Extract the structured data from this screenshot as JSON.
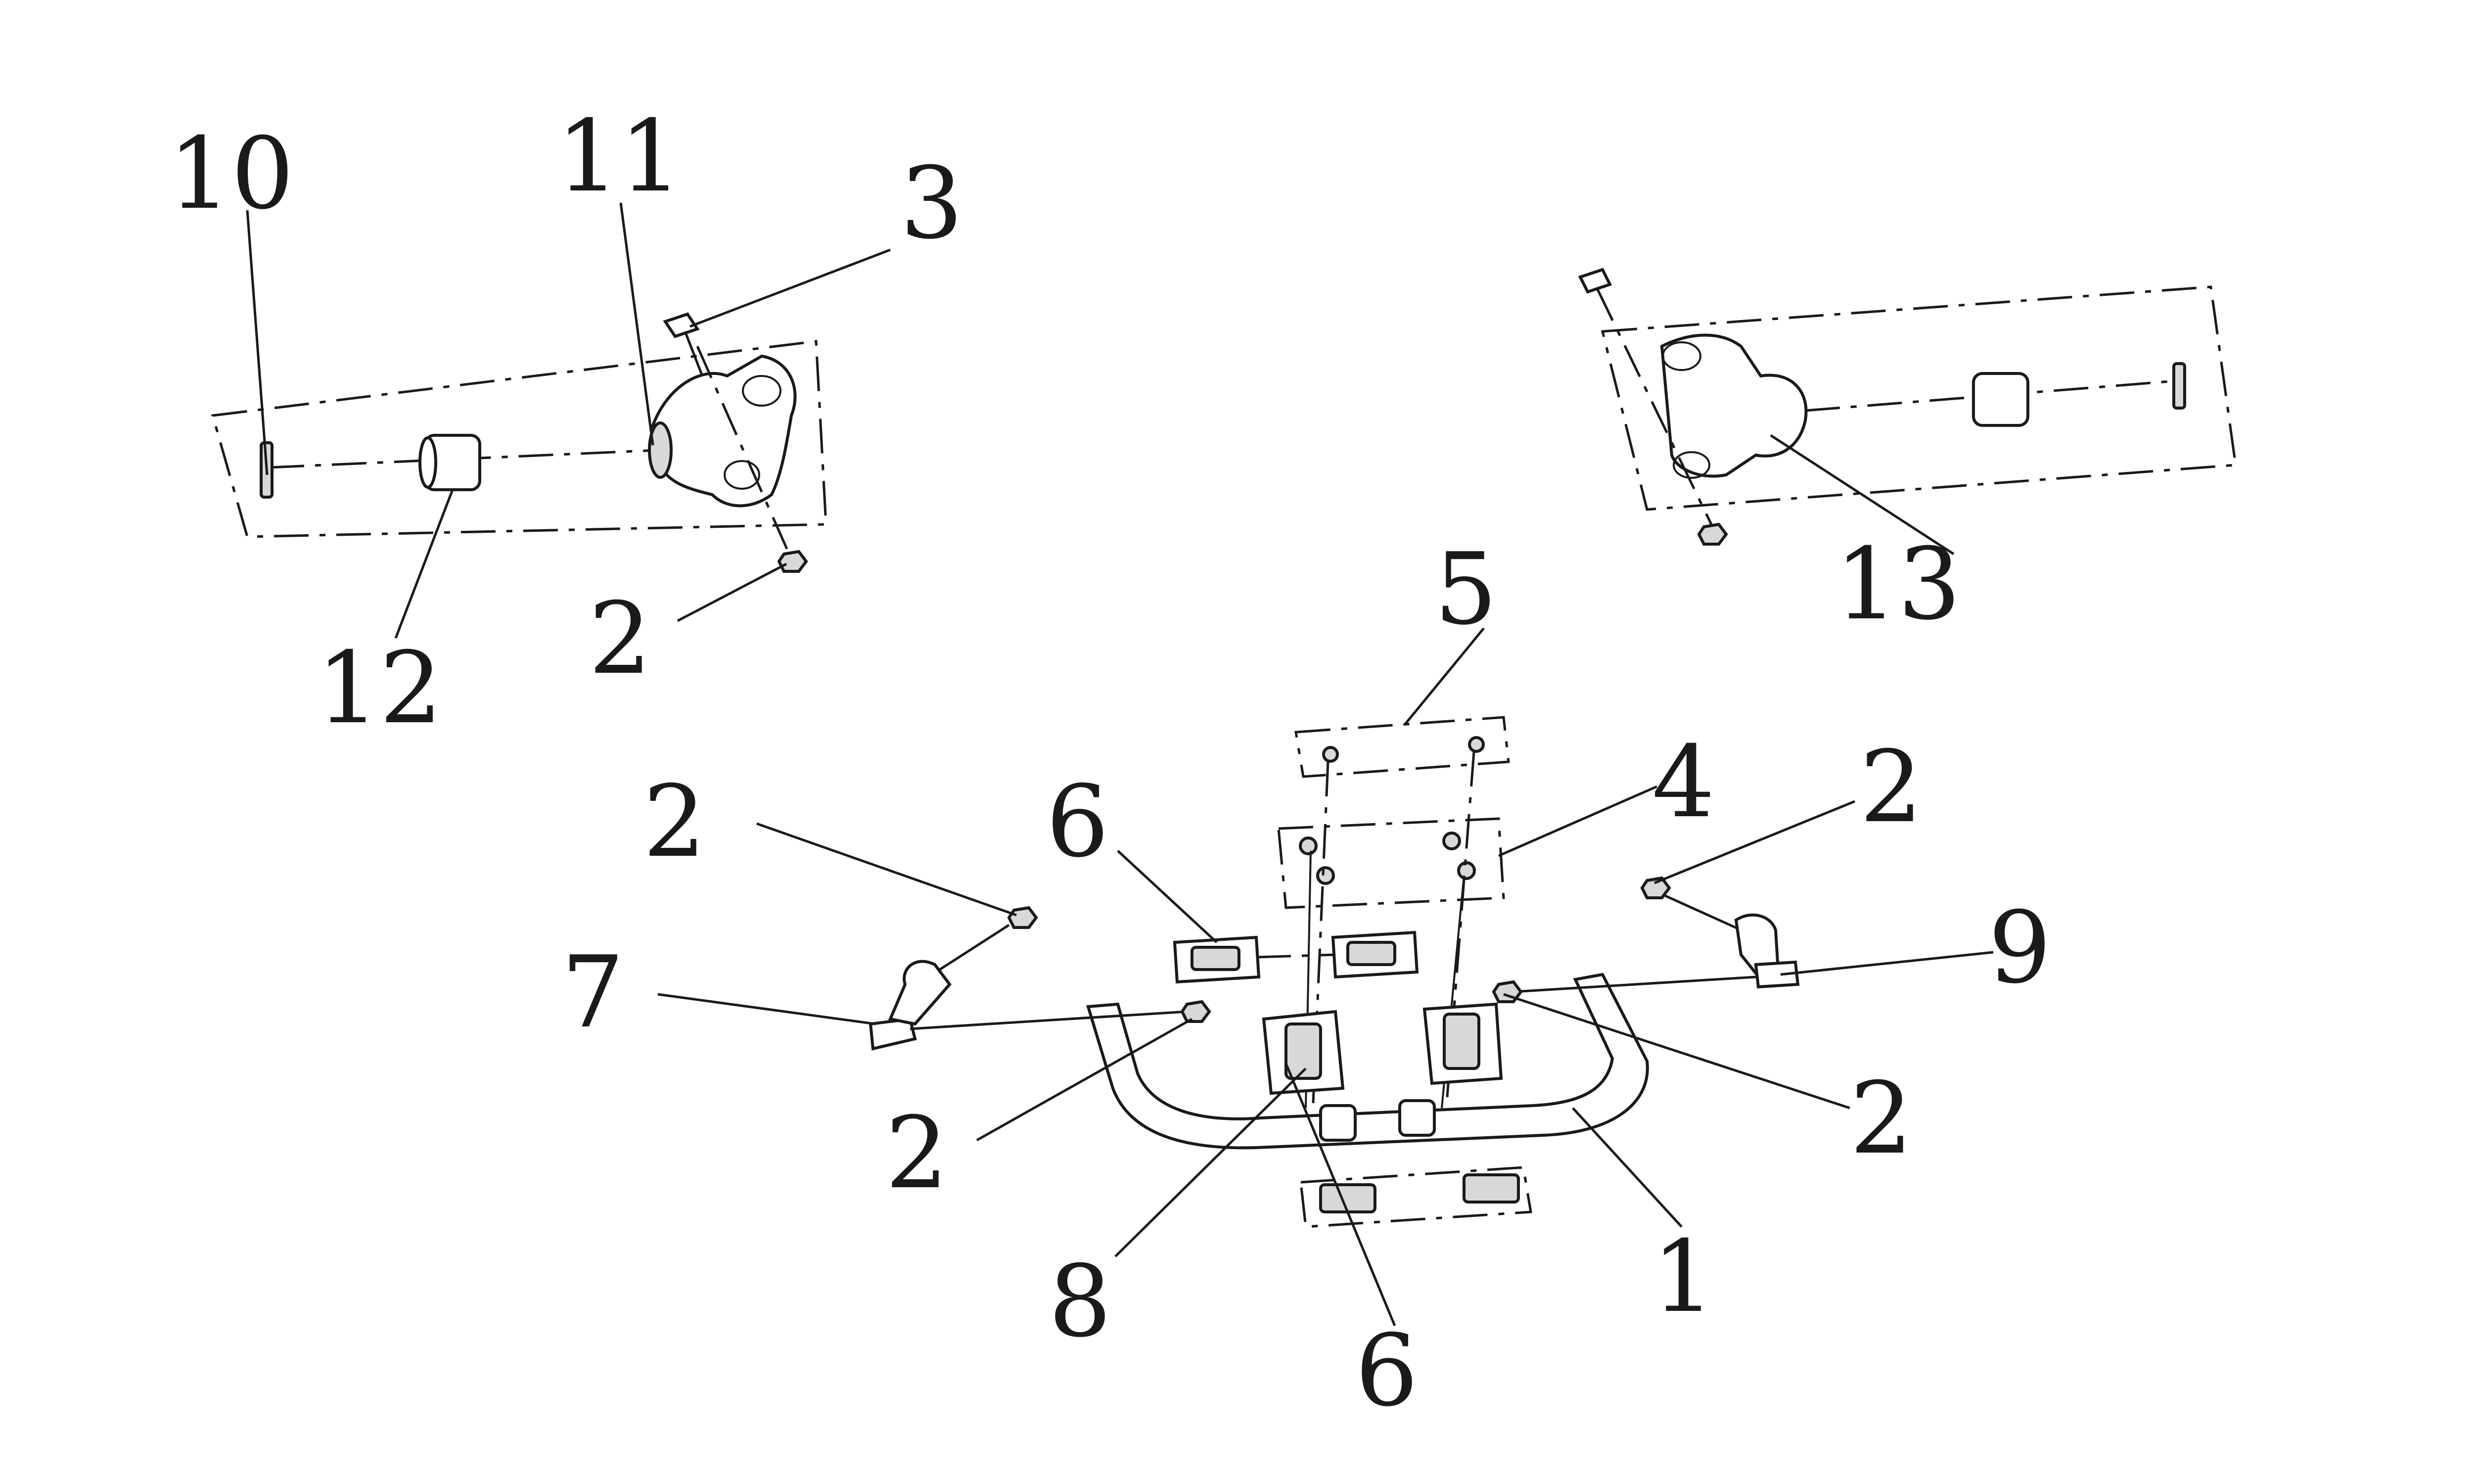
{
  "diagram": {
    "callouts": [
      {
        "id": "c10",
        "text": "10"
      },
      {
        "id": "c11",
        "text": "11"
      },
      {
        "id": "c3",
        "text": "3"
      },
      {
        "id": "c12",
        "text": "12"
      },
      {
        "id": "c2a",
        "text": "2"
      },
      {
        "id": "c13",
        "text": "13"
      },
      {
        "id": "c5",
        "text": "5"
      },
      {
        "id": "c4",
        "text": "4"
      },
      {
        "id": "c6a",
        "text": "6"
      },
      {
        "id": "c2b",
        "text": "2"
      },
      {
        "id": "c2c",
        "text": "2"
      },
      {
        "id": "c7",
        "text": "7"
      },
      {
        "id": "c9",
        "text": "9"
      },
      {
        "id": "c2d",
        "text": "2"
      },
      {
        "id": "c2e",
        "text": "2"
      },
      {
        "id": "c8",
        "text": "8"
      },
      {
        "id": "c1",
        "text": "1"
      },
      {
        "id": "c6b",
        "text": "6"
      }
    ]
  }
}
